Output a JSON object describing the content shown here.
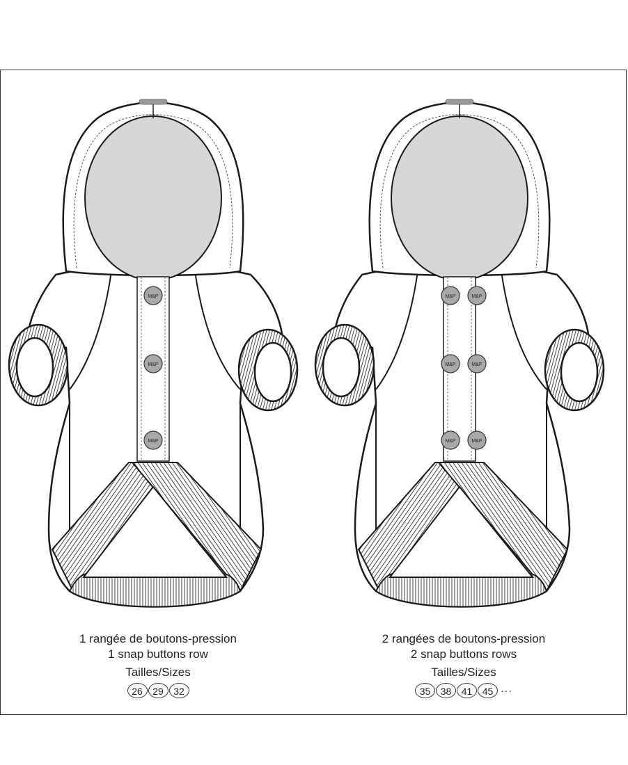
{
  "garments": [
    {
      "caption_fr": "1 rangée de boutons-pression",
      "caption_en": "1 snap buttons row",
      "sizes_label": "Tailles/Sizes",
      "sizes": [
        "26",
        "29",
        "32"
      ],
      "more": "",
      "button_rows": 1,
      "button_text": "M&P"
    },
    {
      "caption_fr": "2 rangées de boutons-pression",
      "caption_en": "2 snap buttons rows",
      "sizes_label": "Tailles/Sizes",
      "sizes": [
        "35",
        "38",
        "41",
        "45"
      ],
      "more": "···",
      "button_rows": 2,
      "button_text": "M&P"
    }
  ],
  "colors": {
    "hood_inner": "#d6d6d6",
    "button": "#a8a8a8",
    "line": "#1a1a1a",
    "rib": "#555555"
  }
}
